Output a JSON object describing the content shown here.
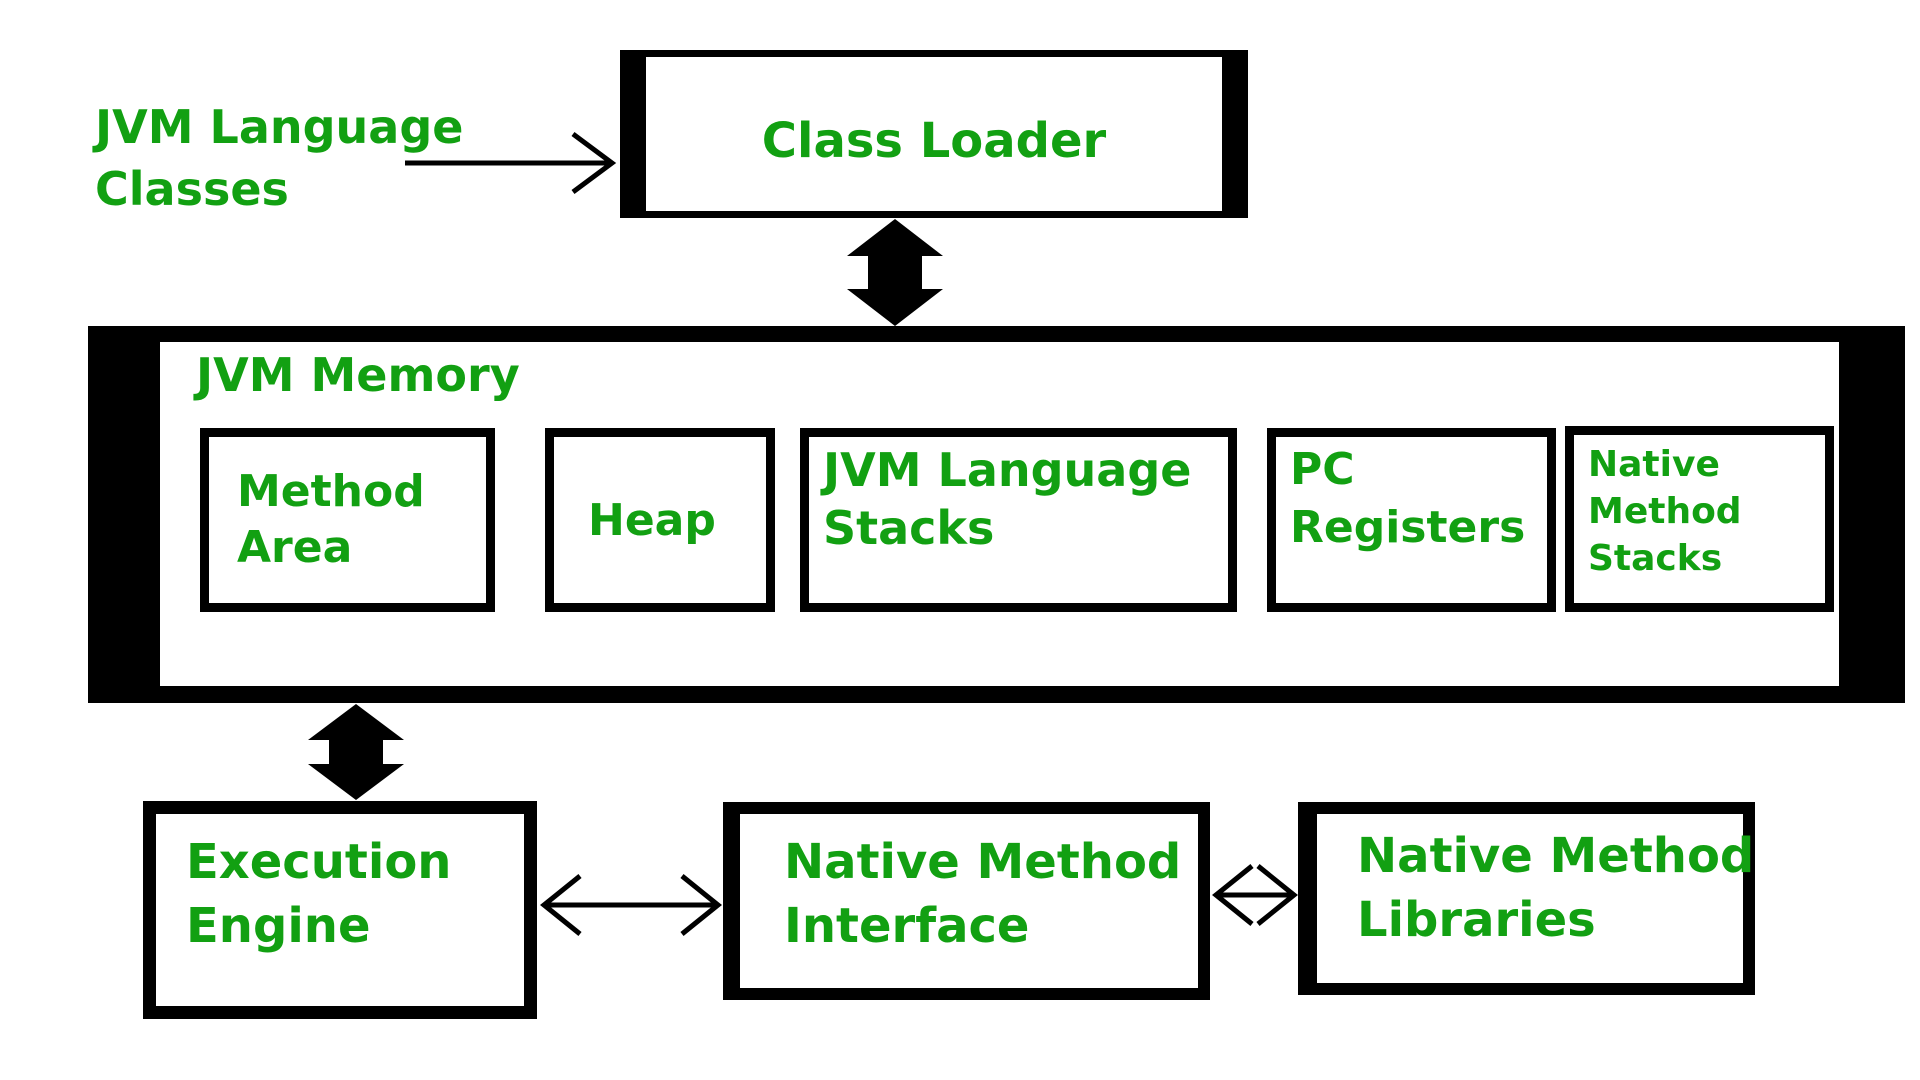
{
  "diagram": {
    "type": "flow-diagram",
    "subject": "JVM Architecture",
    "colors": {
      "text_green": "#12A012",
      "line_black": "#000000",
      "background": "#FFFFFF",
      "box_fill": "#FFFFFF"
    },
    "nodes": {
      "jvm_language_classes": {
        "label": "JVM Language Classes",
        "lines": [
          "JVM Language",
          "Classes"
        ],
        "shape": "text-only"
      },
      "class_loader": {
        "label": "Class Loader",
        "lines": [
          "Class Loader"
        ],
        "shape": "box"
      },
      "jvm_memory": {
        "label": "JVM Memory",
        "lines": [
          "JVM Memory"
        ],
        "shape": "container-box"
      },
      "method_area": {
        "label": "Method Area",
        "lines": [
          "Method",
          "Area"
        ],
        "shape": "box",
        "parent": "jvm_memory"
      },
      "heap": {
        "label": "Heap",
        "lines": [
          "Heap"
        ],
        "shape": "box",
        "parent": "jvm_memory"
      },
      "jvm_language_stacks": {
        "label": "JVM Language Stacks",
        "lines": [
          "JVM Language",
          "Stacks"
        ],
        "shape": "box",
        "parent": "jvm_memory"
      },
      "pc_registers": {
        "label": "PC Registers",
        "lines": [
          "PC",
          "Registers"
        ],
        "shape": "box",
        "parent": "jvm_memory"
      },
      "native_method_stacks": {
        "label": "Native Method Stacks",
        "lines": [
          "Native",
          "Method",
          "Stacks"
        ],
        "shape": "box",
        "parent": "jvm_memory"
      },
      "execution_engine": {
        "label": "Execution Engine",
        "lines": [
          "Execution",
          "Engine"
        ],
        "shape": "box"
      },
      "native_method_interface": {
        "label": "Native Method Interface",
        "lines": [
          "Native Method",
          "Interface"
        ],
        "shape": "box"
      },
      "native_method_libraries": {
        "label": "Native Method Libraries",
        "lines": [
          "Native Method",
          "Libraries"
        ],
        "shape": "box"
      }
    },
    "edges": [
      {
        "from": "jvm_language_classes",
        "to": "class_loader",
        "style": "thin-single-arrow",
        "direction": "right"
      },
      {
        "from": "class_loader",
        "to": "jvm_memory",
        "style": "thick-double-arrow",
        "direction": "vertical"
      },
      {
        "from": "jvm_memory",
        "to": "execution_engine",
        "style": "thick-double-arrow",
        "direction": "vertical"
      },
      {
        "from": "execution_engine",
        "to": "native_method_interface",
        "style": "thin-double-arrow",
        "direction": "horizontal"
      },
      {
        "from": "native_method_interface",
        "to": "native_method_libraries",
        "style": "thin-double-arrow",
        "direction": "horizontal"
      }
    ]
  }
}
